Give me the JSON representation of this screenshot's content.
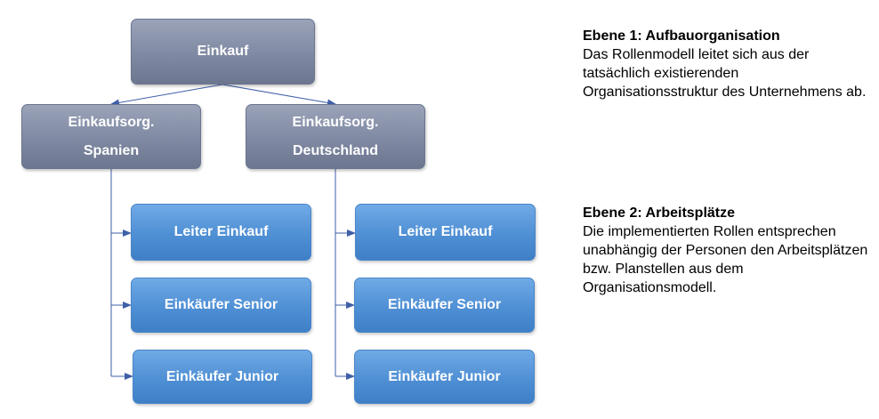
{
  "diagram": {
    "root": {
      "label": "Einkauf"
    },
    "orgs": [
      {
        "line1": "Einkaufsorg.",
        "line2": "Spanien",
        "roles": [
          "Leiter Einkauf",
          "Einkäufer Senior",
          "Einkäufer Junior"
        ]
      },
      {
        "line1": "Einkaufsorg.",
        "line2": "Deutschland",
        "roles": [
          "Leiter Einkauf",
          "Einkäufer Senior",
          "Einkäufer Junior"
        ]
      }
    ]
  },
  "explanations": [
    {
      "heading": "Ebene 1: Aufbauorganisation",
      "text": "Das Rollenmodell leitet sich aus der tatsächlich existierenden Organisationsstruktur des Unternehmens ab."
    },
    {
      "heading": "Ebene 2: Arbeitsplätze",
      "text": "Die implementierten Rollen entsprechen unabhängig der Personen den Arbeitsplätzen bzw. Planstellen aus dem Organisationsmodell."
    }
  ],
  "colors": {
    "level1_box": "#7f89a2",
    "level2_box": "#4f8fd4",
    "connector": "#3f5fa8"
  }
}
